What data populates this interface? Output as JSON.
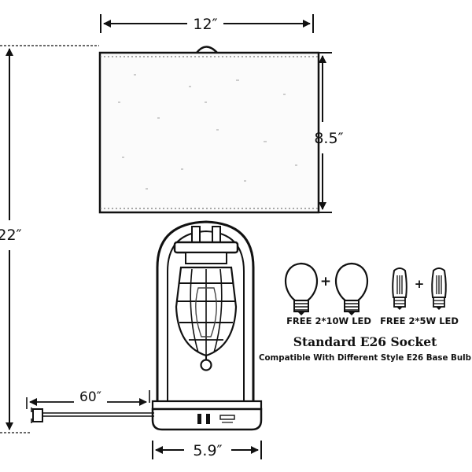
{
  "dimensions": {
    "shade_width": "12″",
    "shade_height": "8.5″",
    "total_height": "22″",
    "cord_length": "60″",
    "base_width": "5.9″"
  },
  "bulbs": {
    "standard_caption": "FREE 2*10W LED",
    "edison_caption": "FREE 2*5W LED",
    "plus_sign": "+"
  },
  "socket": {
    "title": "Standard E26 Socket",
    "subtitle": "Compatible With Different Style E26 Base Bulb"
  },
  "colors": {
    "line": "#111111",
    "background": "#ffffff"
  }
}
